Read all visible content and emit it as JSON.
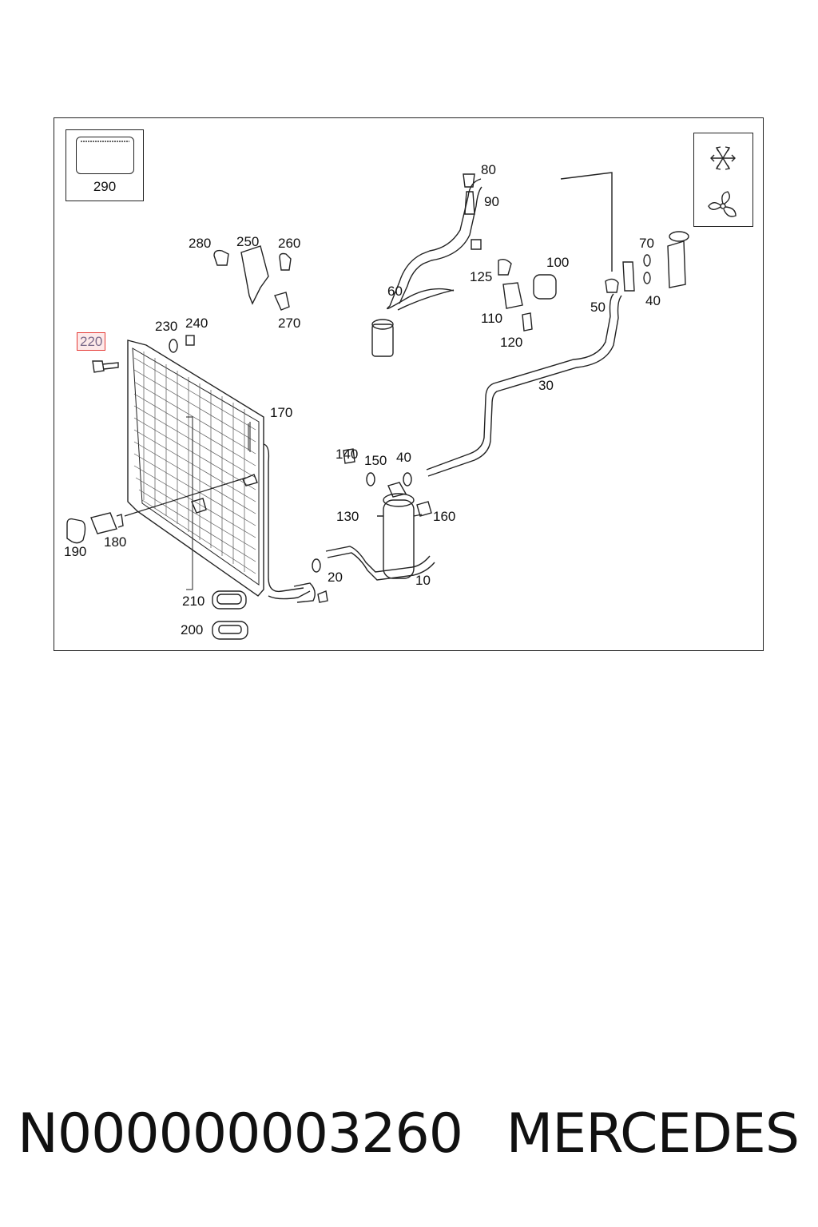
{
  "diagram": {
    "inset": {
      "number": "290"
    },
    "symbols": {
      "top": "snowflake-icon",
      "bottom": "fan-icon"
    },
    "callouts": [
      {
        "id": "c80",
        "text": "80"
      },
      {
        "id": "c90",
        "text": "90"
      },
      {
        "id": "c100",
        "text": "100"
      },
      {
        "id": "c125",
        "text": "125"
      },
      {
        "id": "c60",
        "text": "60"
      },
      {
        "id": "c110",
        "text": "110"
      },
      {
        "id": "c120",
        "text": "120"
      },
      {
        "id": "c70",
        "text": "70"
      },
      {
        "id": "c50",
        "text": "50"
      },
      {
        "id": "c40a",
        "text": "40"
      },
      {
        "id": "c30",
        "text": "30"
      },
      {
        "id": "c280",
        "text": "280"
      },
      {
        "id": "c250",
        "text": "250"
      },
      {
        "id": "c260",
        "text": "260"
      },
      {
        "id": "c270",
        "text": "270"
      },
      {
        "id": "c230",
        "text": "230"
      },
      {
        "id": "c240",
        "text": "240"
      },
      {
        "id": "c220",
        "text": "220",
        "highlighted": true
      },
      {
        "id": "c170",
        "text": "170"
      },
      {
        "id": "c140",
        "text": "140"
      },
      {
        "id": "c150",
        "text": "150"
      },
      {
        "id": "c40b",
        "text": "40"
      },
      {
        "id": "c130",
        "text": "130"
      },
      {
        "id": "c160",
        "text": "160"
      },
      {
        "id": "c190",
        "text": "190"
      },
      {
        "id": "c180",
        "text": "180"
      },
      {
        "id": "c20",
        "text": "20"
      },
      {
        "id": "c10",
        "text": "10"
      },
      {
        "id": "c210",
        "text": "210"
      },
      {
        "id": "c200",
        "text": "200"
      }
    ],
    "highlight_color": "#e53935"
  },
  "footer": {
    "part_number": "N000000003260",
    "brand": "MERCEDES"
  }
}
